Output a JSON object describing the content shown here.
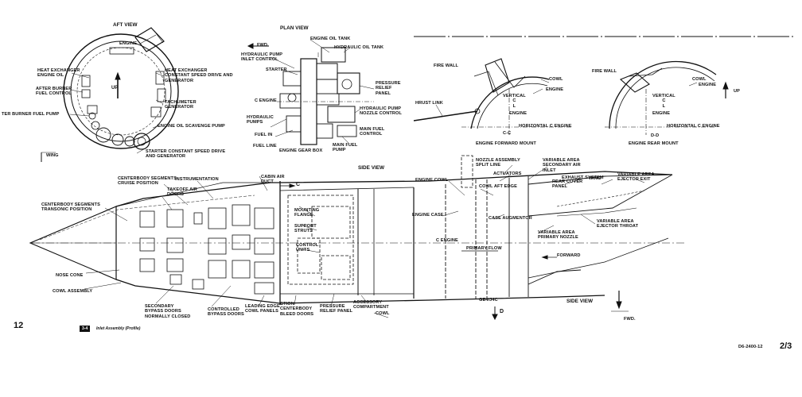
{
  "aft_view": {
    "title": "AFT VIEW",
    "labels": {
      "engine_top": "ENGINE",
      "heat_exchanger_oil": "HEAT EXCHANGER\nENGINE OIL",
      "after_burner_fuel_control": "AFTER BURNER\nFUEL CONTROL",
      "burner_fuel_pump": "TER BURNER FUEL PUMP",
      "heat_exchanger_csd": "HEAT EXCHANGER\nCONSTANT SPEED DRIVE AND\nGENERATOR",
      "tachometer_generator": "TACHUMETER\nGENERATOR",
      "oil_scavenge_pump": "ENGINE OIL SCAVENGE PUMP",
      "starter_csd": "STARTER CONSTANT SPEED DRIVE\nAND GENERATOR",
      "up": "UP",
      "wing": "WING"
    }
  },
  "plan_view": {
    "title": "PLAN VIEW",
    "fwd": "FWD.",
    "labels": {
      "engine_oil_tank": "ENGINE OIL TANK",
      "hydraulic_oil_tank": "HYDRAULIC OIL TANK",
      "hydraulic_pump_inlet": "HYDRAULIC PUMP\nINLET CONTROL",
      "starter": "STARTER",
      "pressure_relief": "PRESSURE\nRELIEF\nPANEL",
      "engine_cl": "C  ENGINE",
      "hydraulic_pump_nozzle": "HYDRAULIC PUMP\nNOZZLE CONTROL",
      "hydraulic_pumps": "HYDRAULIC\nPUMPS",
      "fuel_in": "FUEL IN",
      "main_fuel_control": "MAIN FUEL\nCONTROL",
      "fuel_line": "FUEL LINE",
      "engine_gear_box": "ENGINE GEAR BOX",
      "main_fuel_pump": "MAIN FUEL\nPUMP"
    }
  },
  "forward_mount": {
    "fire_wall": "FIRE WALL",
    "cowl": "COWL",
    "engine": "ENGINE",
    "thrust_link": "HRUST LINK",
    "vertical": "VERTICAL\nC\nL",
    "engine_lower": "ENGINE",
    "horizontal": "HORIZONTAL C ENGINE",
    "section": "C-C",
    "title": "ENGINE FORWARD MOUNT"
  },
  "rear_mount": {
    "fire_wall": "FIRE WALL",
    "cowl": "COWL",
    "engine": "ENGINE",
    "up": "UP",
    "vertical": "VERTICAL\nC\nL",
    "engine_lower": "ENGINE",
    "horizontal": "HORIZONTAL C ENGINE",
    "section": "D-D",
    "title": "ENGINE REAR MOUNT"
  },
  "side_view": {
    "title": "SIDE VIEW",
    "title_lower": "SIDE VIEW",
    "c_marker": "C",
    "labels": {
      "centerbody_cruise": "CENTERBODY SEGMENTS\nCRUISE POSITION",
      "instrumentation": "INSTRUMENTATION",
      "cabin_air_duct": "CABIN AIR\nDUCT",
      "takeoff_air_doors": "TAKEOFF AIR\nDOORS",
      "centerbody_transonic": "CENTERBODY SEGMENTS\nTRANSONIC POSITION",
      "mounting_flange": "MOUNTING\nFLANGE",
      "support_struts": "SUPPORT\nSTRUTS",
      "control_units": "CONTROL\nUNITS",
      "nose_cone": "NOSE CONE",
      "cowl_assembly": "COWL ASSEMBLY",
      "secondary_bypass": "SECONDARY\nBYPASS DOORS\nNORMALLY CLOSED",
      "controlled_bypass": "CONTROLLED\nBYPASS DOORS",
      "leading_edge": "LEADING EDGE\nCOWL PANELS",
      "suction_doors": "CTION\nCENTERBODY\nBLEED DOORS",
      "pressure_relief": "PRESSURE\nRELIEF PANEL",
      "accessory_comp": "ACCESSORY\nCOMPARTMENT",
      "cowl": "COWL",
      "engine_cowl": "ENGINE COWL",
      "engine_case": "ENGINE CASE",
      "cowl_aft_edge": "COWL AFT EDGE",
      "case_augmentor": "CASE AUGMENTOR",
      "nozzle_assembly": "NOZZLE ASSEMBLY\nSPLIT LINE",
      "actuators": "ACTUATORS",
      "var_secondary_inlet": "VARIABLE AREA\nSECONDARY AIR\nINLET",
      "exhaust_system": "EXHAUST SYSTEM",
      "rear_cover_panel": "REAR COVER\nPANEL",
      "wing": "WING",
      "var_ejector_exit": "VARIABLE AREA\nEJECTOR EXIT",
      "var_ejector_throat": "VARIABLE AREA\nEJECTOR THROAT",
      "var_primary_nozzle": "VARIABLE AREA\nPRIMARY NOZZLE",
      "engine_cl": "C  ENGINE",
      "primary_flow": "PRIMARY FLOW",
      "forward": "FORWARD",
      "ge4": "GE4/J4C",
      "d_marker": "D",
      "fwd": "FWD."
    }
  },
  "footer": {
    "page_left": "12",
    "badge": "3-4",
    "caption": "Inlet Assembly (Profile)",
    "doc_number": "D6-2400-12",
    "page_right": "2/3"
  }
}
